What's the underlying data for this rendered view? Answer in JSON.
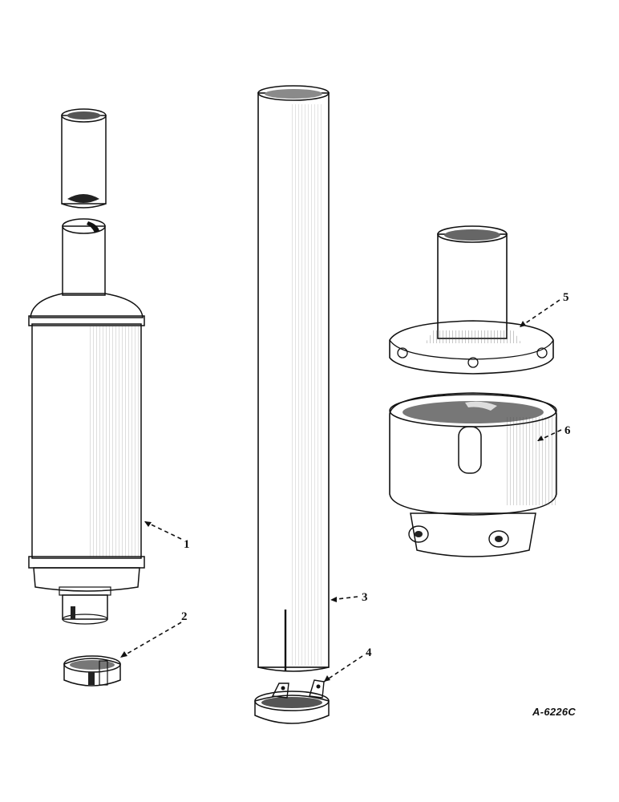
{
  "callouts": [
    {
      "id": "1",
      "label": "1"
    },
    {
      "id": "2",
      "label": "2"
    },
    {
      "id": "3",
      "label": "3"
    },
    {
      "id": "4",
      "label": "4"
    },
    {
      "id": "5",
      "label": "5"
    },
    {
      "id": "6",
      "label": "6"
    }
  ],
  "figure_code": "A-6226C",
  "colors": {
    "ink": "#111111",
    "paper": "#ffffff",
    "shade": "#9a9a9a",
    "light": "#e9e9e9"
  }
}
